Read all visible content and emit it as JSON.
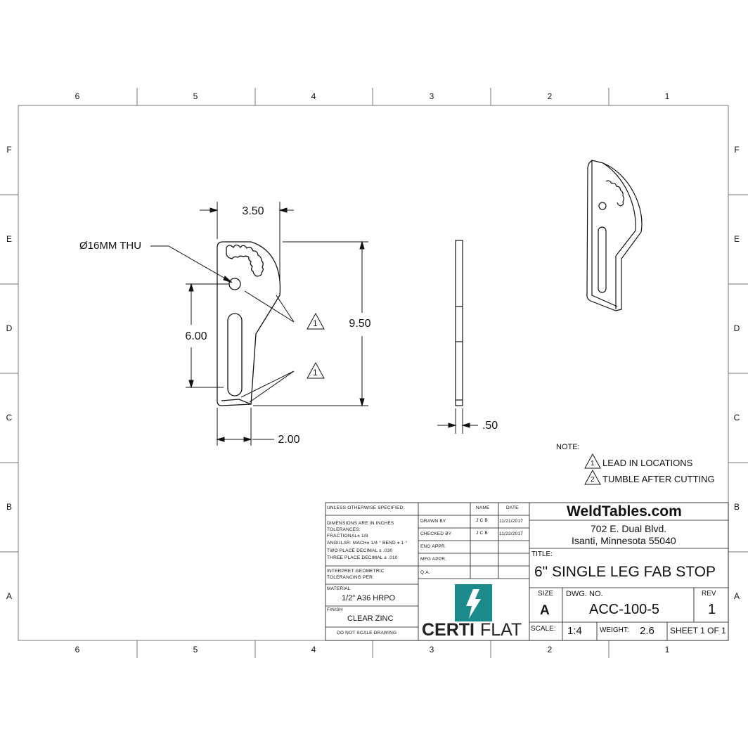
{
  "zones": {
    "columns": [
      "6",
      "5",
      "4",
      "3",
      "2",
      "1"
    ],
    "rows": [
      "F",
      "E",
      "D",
      "C",
      "B",
      "A"
    ]
  },
  "dimensions": {
    "width_top": "3.50",
    "hole_callout": "Ø16MM THU",
    "height_total": "9.50",
    "hole_to_bottom": "6.00",
    "width_bottom": "2.00",
    "thickness": ".50",
    "note_flag_top": "1",
    "note_flag_bottom": "1"
  },
  "notes": {
    "heading": "NOTE:",
    "items": [
      {
        "num": "1",
        "text": "LEAD IN LOCATIONS"
      },
      {
        "num": "2",
        "text": "TUMBLE AFTER CUTTING"
      }
    ]
  },
  "title_block": {
    "unless": "UNLESS OTHERWISE SPECIFIED:",
    "dims_in": "DIMENSIONS ARE IN INCHES",
    "tolerances": "TOLERANCES:",
    "fractional": "FRACTIONAL± 1/8",
    "angular": "ANGULAR: MACH± 1/4 ° BEND ± 1 °",
    "two_place": "TWO PLACE DECIMAL    ± .030",
    "three_place": "THREE PLACE DECIMAL   ± .010",
    "interpret": "INTERPRET GEOMETRIC",
    "tol_per": "TOLERANCING PER:",
    "material_label": "MATERIAL",
    "material": "1/2\" A36 HRPO",
    "finish_label": "FINISH",
    "finish": "CLEAR ZINC",
    "no_scale": "DO NOT SCALE DRAWING",
    "col_name": "NAME",
    "col_date": "DATE",
    "drawn_by": "DRAWN BY",
    "drawn_name": "J C B",
    "drawn_date": "11/21/2017",
    "checked_by": "CHECKED BY",
    "checked_name": "J C B",
    "checked_date": "11/22/2017",
    "eng_appr": "ENG APPR.",
    "mfg_appr": "MFG APPR.",
    "qa": "Q.A.",
    "company": "WeldTables.com",
    "address1": "702 E. Dual Blvd.",
    "address2": "Isanti, Minnesota 55040",
    "title_label": "TITLE:",
    "title": "6\" SINGLE LEG FAB STOP",
    "size_label": "SIZE",
    "size": "A",
    "dwg_label": "DWG.  NO.",
    "dwg_no": "ACC-100-5",
    "rev_label": "REV",
    "rev": "1",
    "scale_label": "SCALE:",
    "scale": "1:4",
    "weight_label": "WEIGHT:",
    "weight": "2.6",
    "sheet": "SHEET 1 OF 1",
    "logo_a": "CERTI",
    "logo_b": "FLAT",
    "logo_color": "#1a8a8a"
  }
}
